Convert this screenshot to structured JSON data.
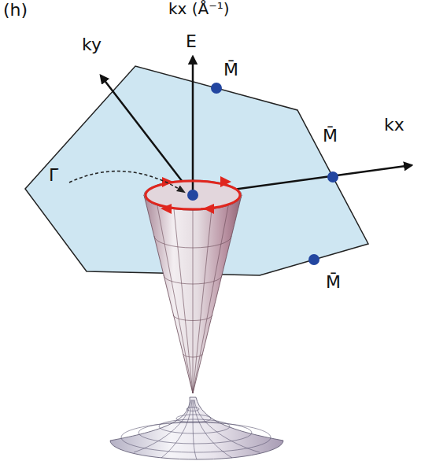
{
  "diagram": {
    "labels": [
      "(h)",
      "kx (Å⁻¹)",
      "E",
      "ky",
      "M̄",
      "M̄",
      "kx",
      "Γ̄",
      "M̄"
    ]
  }
}
